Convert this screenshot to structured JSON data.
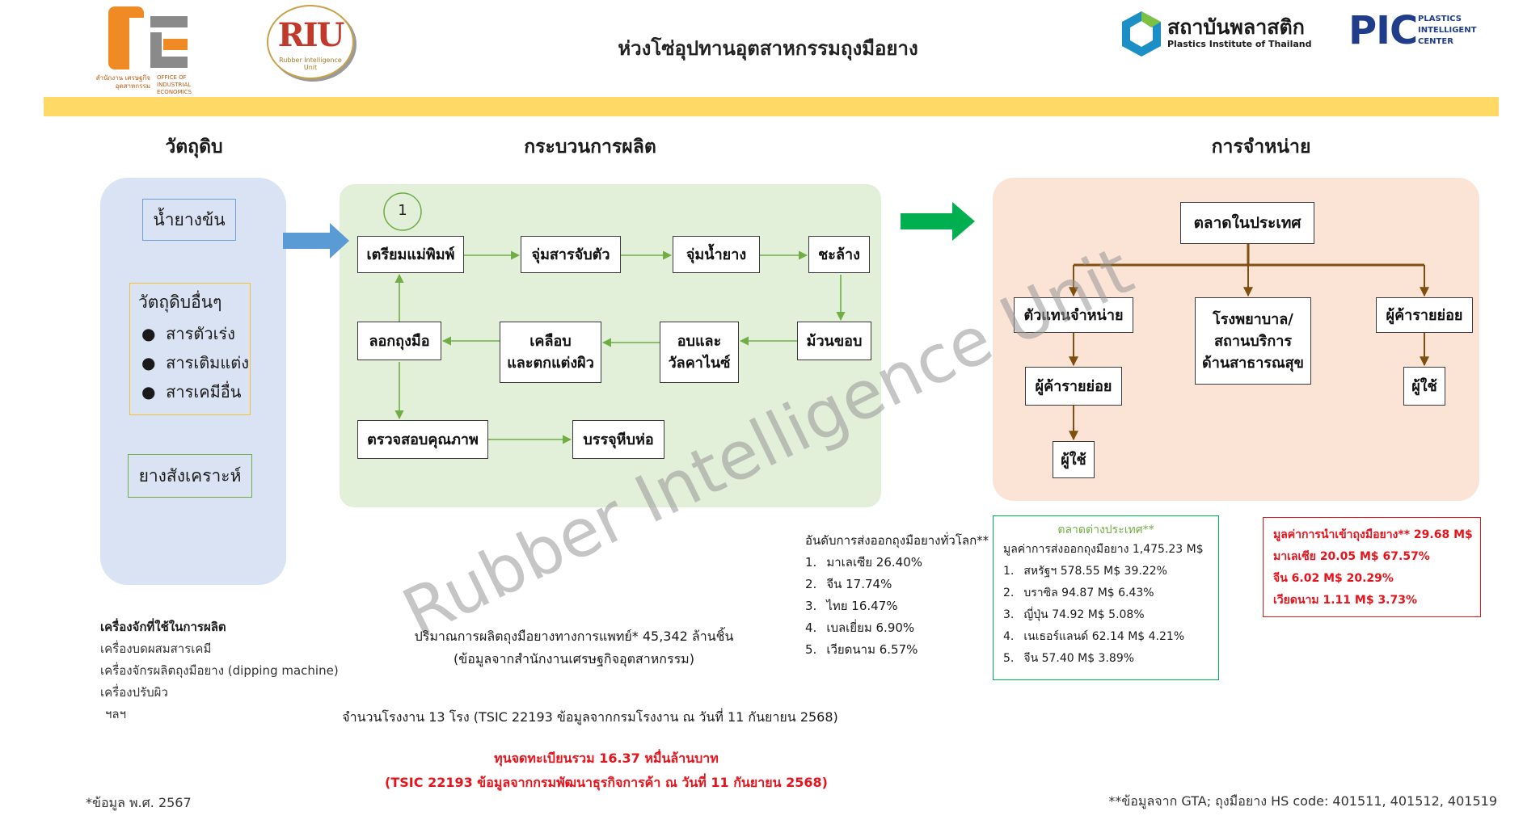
{
  "header": {
    "title": "ห่วงโซ่อุปทานอุตสาหกรรมถุงมือยาง",
    "oie_logo": {
      "letters": "OIE",
      "sub_th": "สำนักงาน เศรษฐกิจอุตสาหกรรม",
      "sub_en": "OFFICE OF INDUSTRIAL ECONOMICS"
    },
    "riu_logo": {
      "letters": "RIU",
      "sub": "Rubber Intelligence Unit"
    },
    "pti_logo": {
      "th": "สถาบันพลาสติก",
      "en": "Plastics Institute of Thailand"
    },
    "pic_logo": {
      "letters": "PIC",
      "line1": "PLASTICS",
      "line2": "INTELLIGENT",
      "line3": "CENTER"
    }
  },
  "colors": {
    "yellow_band": "#ffd966",
    "raw_panel": "#dae3f3",
    "prod_panel": "#e2efd9",
    "dist_panel": "#fbe4d5",
    "blue_arrow": "#5b9bd5",
    "green_arrow": "#00b050",
    "brown_line": "#7f4f0f",
    "flow_green": "#70ad47",
    "red": "#e8121b",
    "green_text": "#70ad47"
  },
  "columns": {
    "raw": "วัตถุดิบ",
    "production": "กระบวนการผลิต",
    "distribution": "การจำหน่าย"
  },
  "raw": {
    "latex": "น้ำยางข้น",
    "other_title": "วัตถุดิบอื่นๆ",
    "other_items": [
      "สารตัวเร่ง",
      "สารเติมแต่ง",
      "สารเคมีอื่น"
    ],
    "synthetic": "ยางสังเคราะห์"
  },
  "production": {
    "step_badge": "1",
    "steps": {
      "mold": "เตรียมแม่พิมพ์",
      "coagulant": "จุ่มสารจับตัว",
      "dip": "จุ่มน้ำยาง",
      "leach": "ชะล้าง",
      "bead": "ม้วนขอบ",
      "vulcan_1": "อบและ",
      "vulcan_2": "วัลคาไนซ์",
      "coat_1": "เคลือบ",
      "coat_2": "และตกแต่งผิว",
      "strip": "ลอกถุงมือ",
      "inspect": "ตรวจสอบคุณภาพ",
      "pack": "บรรจุหีบห่อ"
    }
  },
  "distribution": {
    "domestic": "ตลาดในประเทศ",
    "agent": "ตัวแทนจำหน่าย",
    "hospital_1": "โรงพยาบาล/",
    "hospital_2": "สถานบริการ",
    "hospital_3": "ด้านสาธารณสุข",
    "retailer_left": "ผู้ค้ารายย่อย",
    "retailer_right": "ผู้ค้ารายย่อย",
    "user_left": "ผู้ใช้",
    "user_right": "ผู้ใช้"
  },
  "watermark": "Rubber Intelligence Unit",
  "machines": {
    "title": "เครื่องจักที่ใช้ในการผลิต",
    "items": [
      "เครื่องบดผสมสารเคมี",
      "เครื่องจักรผลิตถุงมือยาง (dipping machine)",
      "เครื่องปรับผิว",
      "ฯลฯ"
    ]
  },
  "production_volume": {
    "line1": "ปริมาณการผลิตถุงมือยางทางการแพทย์* 45,342 ล้านชิ้น",
    "line2": "(ข้อมูลจากสำนักงานเศรษฐกิจอุตสาหกรรม)"
  },
  "factories": "จำนวนโรงงาน 13 โรง (TSIC 22193 ข้อมูลจากกรมโรงงาน ณ วันที่ 11 กันยายน 2568)",
  "capital": {
    "line1": "ทุนจดทะเบียนรวม 16.37 หมื่นล้านบาท",
    "line2": "(TSIC 22193 ข้อมูลจากกรมพัฒนาธุรกิจการค้า ณ วันที่ 11 กันยายน 2568)"
  },
  "world_rank": {
    "title": "อันดับการส่งออกถุงมือยางทั่วโลก**",
    "items": [
      {
        "n": "1.",
        "text": "มาเลเซีย 26.40%"
      },
      {
        "n": "2.",
        "text": "จีน 17.74%"
      },
      {
        "n": "3.",
        "text": "ไทย 16.47%"
      },
      {
        "n": "4.",
        "text": "เบลเยี่ยม 6.90%"
      },
      {
        "n": "5.",
        "text": "เวียดนาม 6.57%"
      }
    ]
  },
  "export_market": {
    "title": "ตลาดต่างประเทศ**",
    "value": "มูลค่าการส่งออกถุงมือยาง 1,475.23 M$",
    "items": [
      {
        "n": "1.",
        "text": "สหรัฐฯ 578.55 M$ 39.22%"
      },
      {
        "n": "2.",
        "text": "บราซิล 94.87 M$ 6.43%"
      },
      {
        "n": "3.",
        "text": "ญี่ปุ่น 74.92 M$ 5.08%"
      },
      {
        "n": "4.",
        "text": "เนเธอร์แลนด์ 62.14 M$ 4.21%"
      },
      {
        "n": "5.",
        "text": "จีน 57.40 M$ 3.89%"
      }
    ]
  },
  "import_value": {
    "title": "มูลค่าการนำเข้าถุงมือยาง** 29.68 M$",
    "items": [
      "มาเลเซีย 20.05 M$ 67.57%",
      "จีน 6.02 M$ 20.29%",
      "เวียดนาม 1.11 M$ 3.73%"
    ]
  },
  "footnotes": {
    "left": "*ข้อมูล พ.ศ. 2567",
    "right": "**ข้อมูลจาก GTA; ถุงมือยาง HS code: 401511, 401512, 401519"
  }
}
